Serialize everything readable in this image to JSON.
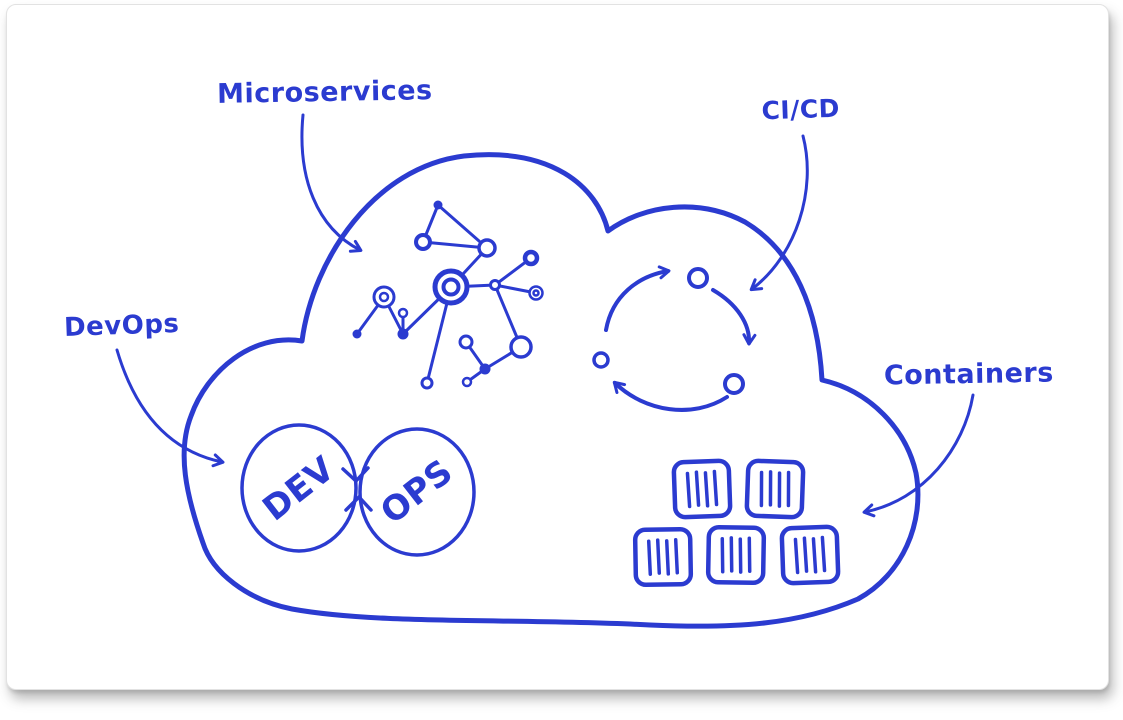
{
  "style": {
    "ink_color": "#2b3bd0",
    "card_background": "#ffffff",
    "page_background": "#ffffff"
  },
  "labels": {
    "microservices": "Microservices",
    "cicd": "CI/CD",
    "devops": "DevOps",
    "containers": "Containers"
  },
  "devops_loop": {
    "dev": "DEV",
    "ops": "OPS"
  },
  "figures": {
    "cloud": {
      "description": "hand-drawn cloud outline enclosing all figures"
    },
    "microservices_graph": {
      "node_count": 16,
      "style": "connected network of circles and dots"
    },
    "cicd_cycle": {
      "node_count": 3,
      "arrow_count": 3,
      "direction": "clockwise"
    },
    "containers_grid": {
      "count": 5,
      "rows": [
        2,
        3
      ],
      "glyph": "rounded square with 4 vertical bars"
    }
  }
}
